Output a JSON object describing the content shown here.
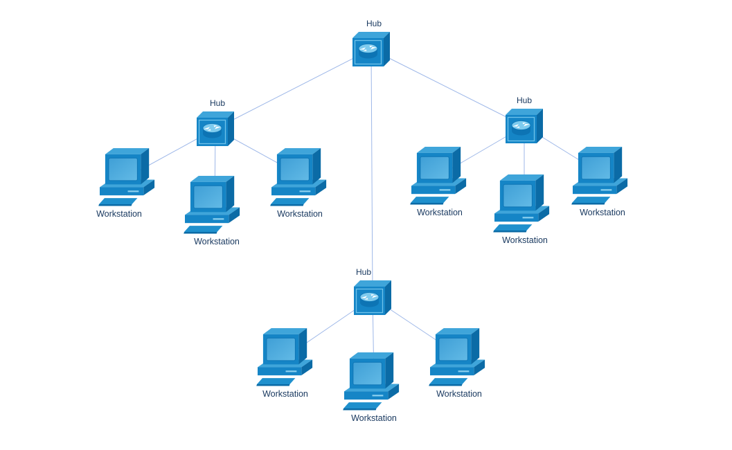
{
  "diagram": {
    "type": "tree-network-topology",
    "colors": {
      "connector": "#9db7e8",
      "label_text": "#17375e",
      "node_front": "#1585c6",
      "node_top": "#3fa5da",
      "node_side": "#0b6ba6",
      "screen_fill": "#4fabdd",
      "cylinder_top": "#7ecbee",
      "cylinder_body": "#0d74b4",
      "inner_frame": "#6fc3ea",
      "detail_dash": "#8ed2f0",
      "arrow_glyph": "#ffffff",
      "background": "#ffffff"
    },
    "hubs": [
      {
        "id": "hub-top",
        "label": "Hub"
      },
      {
        "id": "hub-left",
        "label": "Hub"
      },
      {
        "id": "hub-right",
        "label": "Hub"
      },
      {
        "id": "hub-bottom",
        "label": "Hub"
      }
    ],
    "workstations": [
      {
        "id": "ws-left-1",
        "label": "Workstation"
      },
      {
        "id": "ws-left-2",
        "label": "Workstation"
      },
      {
        "id": "ws-left-3",
        "label": "Workstation"
      },
      {
        "id": "ws-right-1",
        "label": "Workstation"
      },
      {
        "id": "ws-right-2",
        "label": "Workstation"
      },
      {
        "id": "ws-right-3",
        "label": "Workstation"
      },
      {
        "id": "ws-bottom-1",
        "label": "Workstation"
      },
      {
        "id": "ws-bottom-2",
        "label": "Workstation"
      },
      {
        "id": "ws-bottom-3",
        "label": "Workstation"
      }
    ],
    "connections": [
      {
        "from": "hub-top",
        "to": "hub-left"
      },
      {
        "from": "hub-top",
        "to": "hub-right"
      },
      {
        "from": "hub-top",
        "to": "hub-bottom"
      },
      {
        "from": "hub-left",
        "to": "ws-left-1"
      },
      {
        "from": "hub-left",
        "to": "ws-left-2"
      },
      {
        "from": "hub-left",
        "to": "ws-left-3"
      },
      {
        "from": "hub-right",
        "to": "ws-right-1"
      },
      {
        "from": "hub-right",
        "to": "ws-right-2"
      },
      {
        "from": "hub-right",
        "to": "ws-right-3"
      },
      {
        "from": "hub-bottom",
        "to": "ws-bottom-1"
      },
      {
        "from": "hub-bottom",
        "to": "ws-bottom-2"
      },
      {
        "from": "hub-bottom",
        "to": "ws-bottom-3"
      }
    ]
  }
}
